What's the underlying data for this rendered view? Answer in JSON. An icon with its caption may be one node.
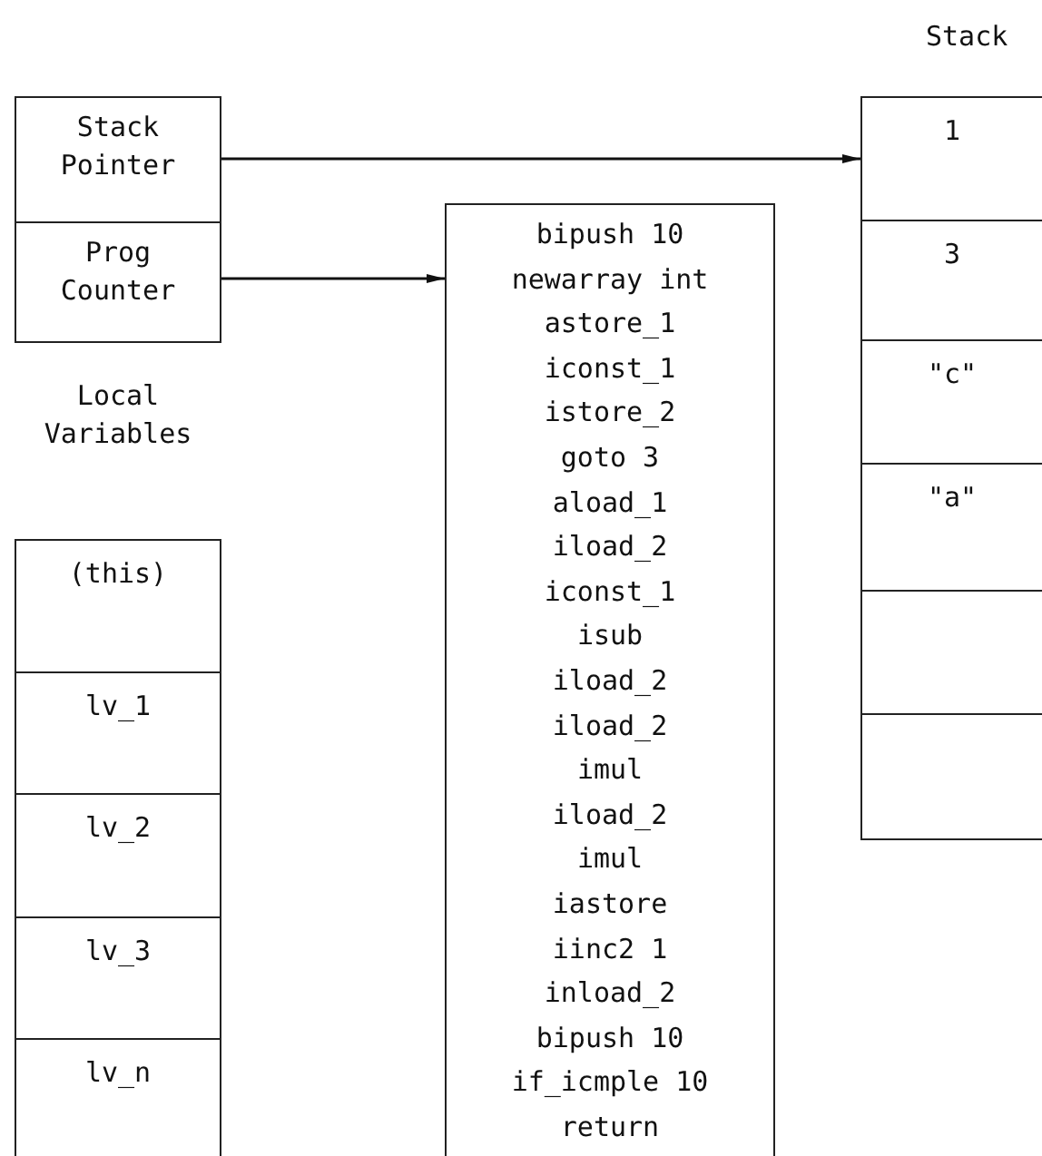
{
  "diagram": {
    "nodes": [
      {
        "text": [
          "Stack Pointer"
        ]
      },
      {
        "text": [
          "Prog Counter"
        ]
      },
      {
        "text": [
          "bipush 10",
          "newarray int",
          "astore_1",
          "iconst_1",
          "istore_2",
          "goto 3",
          "aload_1",
          "iload_2",
          "iconst_1",
          "isub",
          "iload_2",
          "iload_2",
          "imul",
          "iload_2",
          "imul",
          "iastore",
          "iinc2 1",
          "inload_2",
          "bipush 10",
          "if_icmple 10",
          "return"
        ]
      },
      {
        "text": [
          "Stack"
        ]
      },
      {
        "text": [
          "1"
        ],
        "in": 3
      },
      {
        "text": [
          "3"
        ],
        "in": 3
      },
      {
        "text": [
          "\"c\""
        ],
        "in": 3
      },
      {
        "text": [
          "\"a\""
        ],
        "in": 3
      },
      {
        "text": [],
        "shape": "box",
        "in": 3
      },
      {
        "text": [],
        "shape": "box",
        "in": 3
      },
      {
        "text": [
          "Local Variables"
        ]
      },
      {
        "text": [
          "(this)"
        ],
        "in": 10
      },
      {
        "text": [
          "lv_1"
        ],
        "in": 10
      },
      {
        "text": [
          "lv_2"
        ],
        "in": 10
      },
      {
        "text": [
          "lv_3"
        ],
        "in": 10
      },
      {
        "text": [
          "lv_n"
        ],
        "in": 10
      }
    ],
    "edges": [
      {
        "from": 0,
        "to": 4,
        "arrow": "to"
      },
      {
        "from": 1,
        "to": 2,
        "arrow": "to"
      }
    ]
  }
}
